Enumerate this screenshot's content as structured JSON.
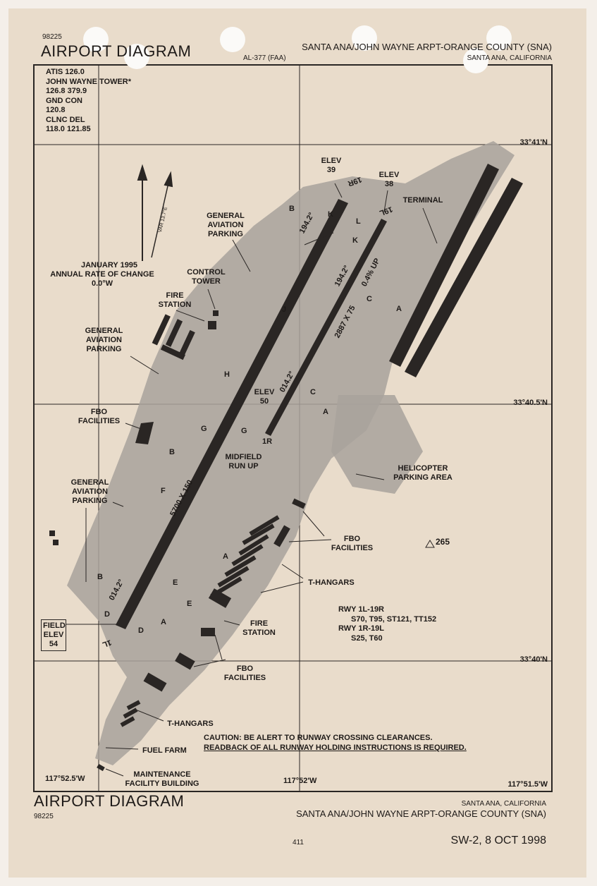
{
  "header": {
    "chart_number": "98225",
    "title": "AIRPORT DIAGRAM",
    "airport_name": "SANTA ANA/JOHN WAYNE ARPT-ORANGE COUNTY (SNA)",
    "procedure_id": "AL-377 (FAA)",
    "city_state": "SANTA ANA, CALIFORNIA"
  },
  "frequencies": [
    "ATIS 126.0",
    "JOHN WAYNE TOWER*",
    "126.8 379.9",
    "GND CON",
    "120.8",
    "CLNC DEL",
    "118.0 121.85"
  ],
  "magnetic_variation": {
    "var_label": "VAR 13.7°E",
    "epoch": "JANUARY 1995",
    "rate_label": "ANNUAL RATE OF CHANGE",
    "rate": "0.0°W"
  },
  "grid": {
    "lat": [
      "33°41'N",
      "33°40.5'N",
      "33°40'N"
    ],
    "lon": [
      "117°52.5'W",
      "117°52'W",
      "117°51.5'W"
    ]
  },
  "runways": {
    "main_heading_n": "194.2°",
    "main_heading_s": "014.2°",
    "main_dims": "5700 X 150",
    "main_ends": [
      "19R",
      "1L"
    ],
    "second_heading_n": "194.2°",
    "second_heading_s": "014.2°",
    "second_dims": "2887 X 75",
    "second_slope": "0.4% UP",
    "second_ends": [
      "19L",
      "1R"
    ]
  },
  "elevations": [
    {
      "label": "ELEV",
      "value": "39"
    },
    {
      "label": "ELEV",
      "value": "38"
    },
    {
      "label": "ELEV",
      "value": "50"
    }
  ],
  "field_elev": {
    "label": "FIELD\nELEV",
    "value": "54"
  },
  "spot_elev": "265",
  "labels": {
    "terminal": "TERMINAL",
    "ga_parking_1": "GENERAL\nAVIATION\nPARKING",
    "control_tower": "CONTROL\nTOWER",
    "fire_station_1": "FIRE\nSTATION",
    "ga_parking_2": "GENERAL\nAVIATION\nPARKING",
    "fbo_1": "FBO\nFACILITIES",
    "midfield_runup": "MIDFIELD\nRUN UP",
    "helicopter": "HELICOPTER\nPARKING AREA",
    "ga_parking_3": "GENERAL\nAVIATION\nPARKING",
    "fbo_2": "FBO\nFACILITIES",
    "t_hangars_1": "T-HANGARS",
    "fire_station_2": "FIRE\nSTATION",
    "fbo_3": "FBO\nFACILITIES",
    "t_hangars_2": "T-HANGARS",
    "fuel_farm": "FUEL FARM",
    "maintenance": "MAINTENANCE\nFACILITY BUILDING"
  },
  "taxiways": [
    "B",
    "K",
    "L",
    "J",
    "K",
    "A",
    "C",
    "H",
    "G",
    "G",
    "C",
    "A",
    "B",
    "F",
    "A",
    "B",
    "E",
    "D",
    "D",
    "A",
    "E"
  ],
  "declared": {
    "rwy1": "RWY 1L-19R",
    "rwy1_strength": "S70, T95, ST121, TT152",
    "rwy2": "RWY 1R-19L",
    "rwy2_strength": "S25, T60"
  },
  "caution": {
    "line1": "CAUTION: BE ALERT TO RUNWAY CROSSING CLEARANCES.",
    "line2": "READBACK OF ALL RUNWAY HOLDING INSTRUCTIONS IS REQUIRED."
  },
  "footer": {
    "title": "AIRPORT DIAGRAM",
    "chart_number": "98225",
    "city_state": "SANTA ANA, CALIFORNIA",
    "airport_name": "SANTA ANA/JOHN WAYNE ARPT-ORANGE COUNTY (SNA)",
    "page": "411",
    "edition": "SW-2, 8 OCT 1998"
  },
  "colors": {
    "paper": "#e9dccb",
    "ink": "#1e1a18",
    "taxiway": "#a8a29c"
  }
}
